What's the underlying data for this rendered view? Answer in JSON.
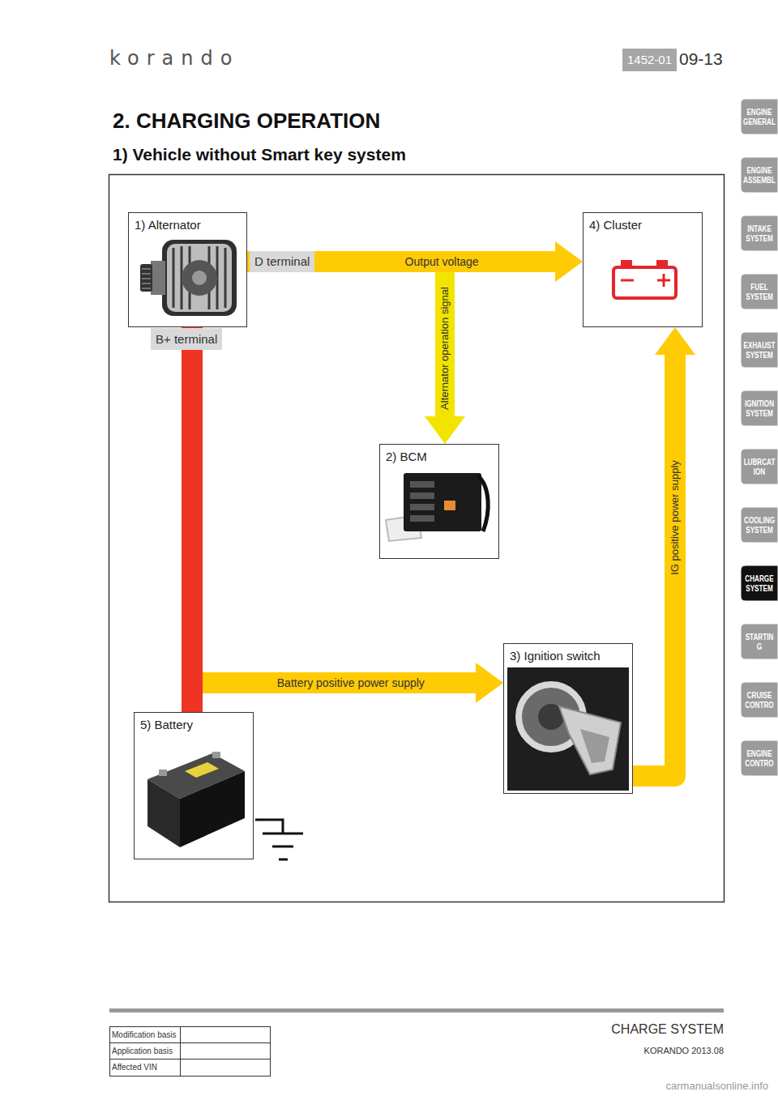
{
  "diagram": {
    "title": "2. CHARGING OPERATION",
    "nodes": [
      {
        "text": [
          "1) Alternator"
        ]
      },
      {
        "text": [
          "4) Cluster"
        ]
      },
      {
        "text": [
          "2) BCM"
        ]
      },
      {
        "text": [
          "3) Ignition switch"
        ]
      },
      {
        "text": [
          "5) Battery"
        ]
      }
    ],
    "edges": [
      {
        "from": 0,
        "to": 1,
        "label": "Output voltage",
        "arrow": "to"
      },
      {
        "from": 0,
        "to": 2,
        "label": "Alternator operation signal",
        "arrow": "to"
      },
      {
        "from": 0,
        "to": 4,
        "arrow": "none"
      },
      {
        "from": 4,
        "to": 3,
        "label": "Battery positive power supply",
        "arrow": "to"
      },
      {
        "from": 3,
        "to": 1,
        "label": "IG positive power supply",
        "arrow": "to"
      }
    ],
    "labels": [
      "korando",
      "1452-01",
      "09-13",
      "1) Vehicle without Smart key system",
      "D terminal",
      "B+ terminal",
      "ENGINE GENERAL",
      "ENGINE ASSEMBL",
      "INTAKE SYSTEM",
      "FUEL SYSTEM",
      "EXHAUST SYSTEM",
      "IGNITION SYSTEM",
      "LUBRCAT ION",
      "COOLING SYSTEM",
      "CHARGE SYSTEM",
      "STARTIN G",
      "CRUISE CONTRO",
      "ENGINE CONTRO",
      "CHARGE SYSTEM",
      "KORANDO 2013.08",
      "Modification basis",
      "Application basis",
      "Affected VIN",
      "carmanualsonline.info"
    ]
  }
}
